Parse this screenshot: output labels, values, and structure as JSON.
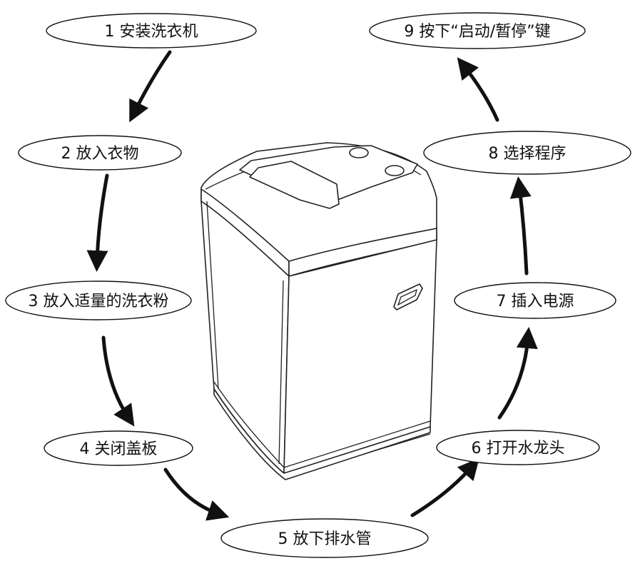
{
  "steps": [
    {
      "label": "1 安装洗衣机"
    },
    {
      "label": "2 放入衣物"
    },
    {
      "label": "3 放入适量的洗衣粉"
    },
    {
      "label": "4 关闭盖板"
    },
    {
      "label": "5  放下排水管"
    },
    {
      "label": "6 打开水龙头"
    },
    {
      "label": "7 插入电源"
    },
    {
      "label": "8 选择程序"
    },
    {
      "label": "9 按下“启动/暂停”键"
    }
  ]
}
